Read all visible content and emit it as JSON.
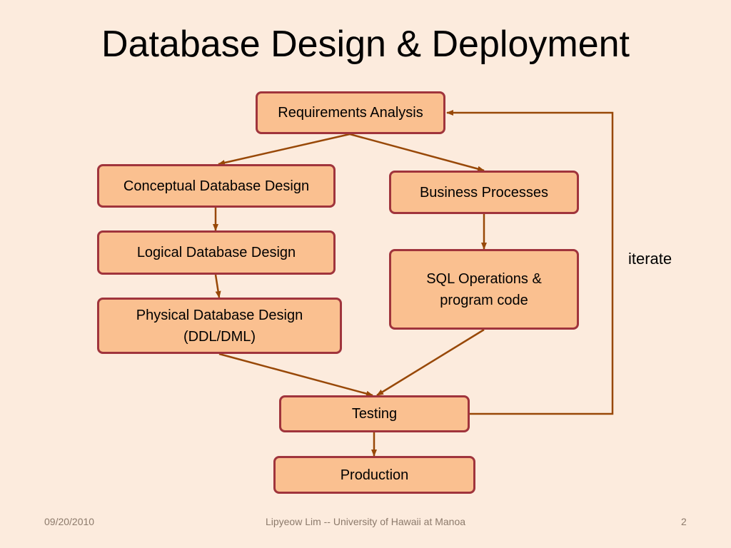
{
  "slide": {
    "title": "Database Design & Deployment"
  },
  "diagram": {
    "nodes": {
      "requirements": "Requirements Analysis",
      "conceptual": "Conceptual Database Design",
      "business": "Business Processes",
      "logical": "Logical Database Design",
      "sql": "SQL Operations &\nprogram code",
      "physical": "Physical Database Design\n(DDL/DML)",
      "testing": "Testing",
      "production": "Production"
    },
    "iterate_label": "iterate"
  },
  "footer": {
    "date": "09/20/2010",
    "author": "Lipyeow Lim -- University of Hawaii at Manoa",
    "page": "2"
  },
  "colors": {
    "background": "#FCEBDD",
    "box_fill": "#FAC090",
    "box_border": "#A0343C",
    "arrow": "#984807"
  }
}
